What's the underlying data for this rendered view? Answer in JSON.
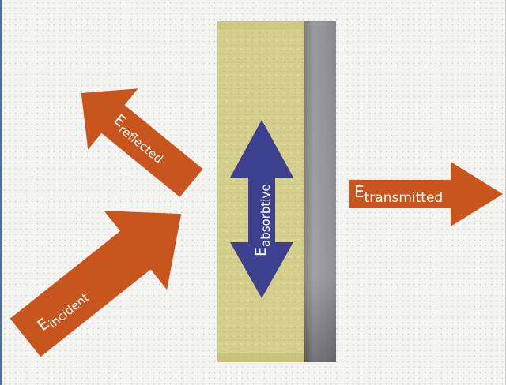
{
  "diagram": {
    "arrows": {
      "incident": {
        "main": "E",
        "sub": "incident"
      },
      "reflected": {
        "main": "E",
        "sub": "reflected"
      },
      "transmitted": {
        "main": "E",
        "sub": "transmitted"
      },
      "absorptive": {
        "main": "E",
        "sub": "absorbtive"
      }
    },
    "colors": {
      "arrow_orange": "#c8551d",
      "absorb_blue": "#3d3f8f",
      "material_yellow": "#d4cf8c",
      "backing_gray": "#8e8e94",
      "border_blue": "#4a6fa5"
    }
  }
}
